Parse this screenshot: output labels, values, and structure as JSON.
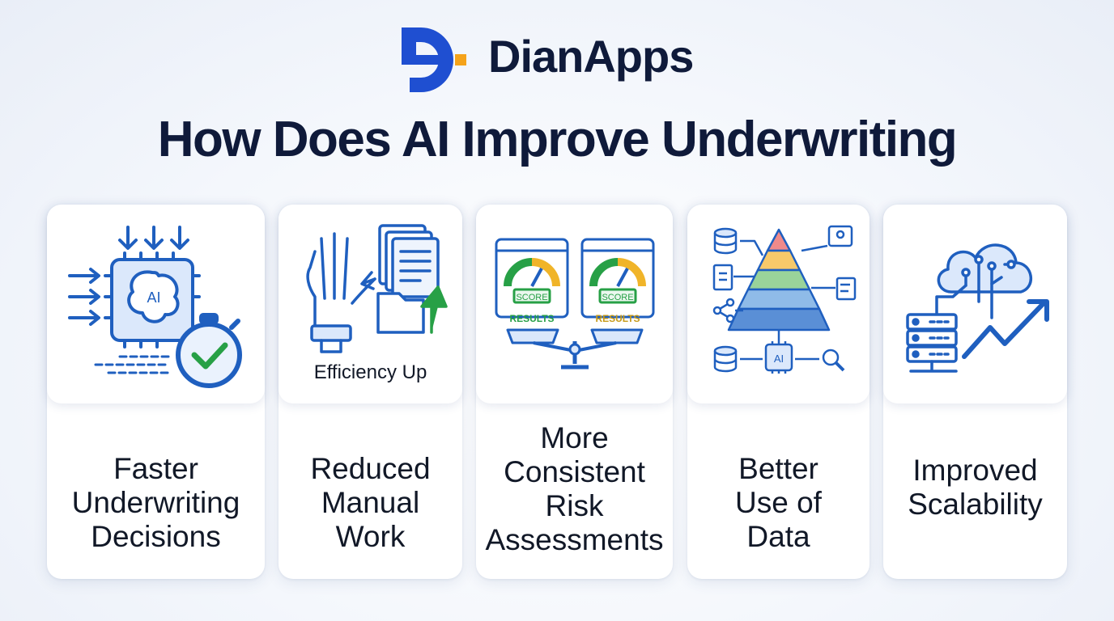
{
  "header": {
    "brand": "DianApps",
    "title": "How Does AI Improve Underwriting"
  },
  "cards": [
    {
      "icon": "ai-chip-stopwatch-icon",
      "lines": [
        "Faster",
        "Underwriting",
        "Decisions"
      ]
    },
    {
      "icon": "robot-hand-documents-icon",
      "icon_caption": "Efficiency Up",
      "lines": [
        "Reduced",
        "Manual",
        "Work"
      ]
    },
    {
      "icon": "score-balance-icon",
      "score_label": "SCORE",
      "result_label": "RESULTS",
      "lines": [
        "More",
        "Consistent",
        "Risk",
        "Assessments"
      ]
    },
    {
      "icon": "data-pyramid-icon",
      "chip_label": "AI",
      "lines": [
        "Better",
        "Use of",
        "Data"
      ]
    },
    {
      "icon": "cloud-server-growth-icon",
      "lines": [
        "Improved",
        "Scalability"
      ]
    }
  ],
  "colors": {
    "brand_blue": "#1f4fd1",
    "brand_orange": "#f5a31a",
    "title": "#0f1a3a",
    "icon_blue": "#1f5fbf",
    "accent_green": "#27a046",
    "accent_yellow": "#f0b429",
    "accent_red": "#e05a5a"
  }
}
